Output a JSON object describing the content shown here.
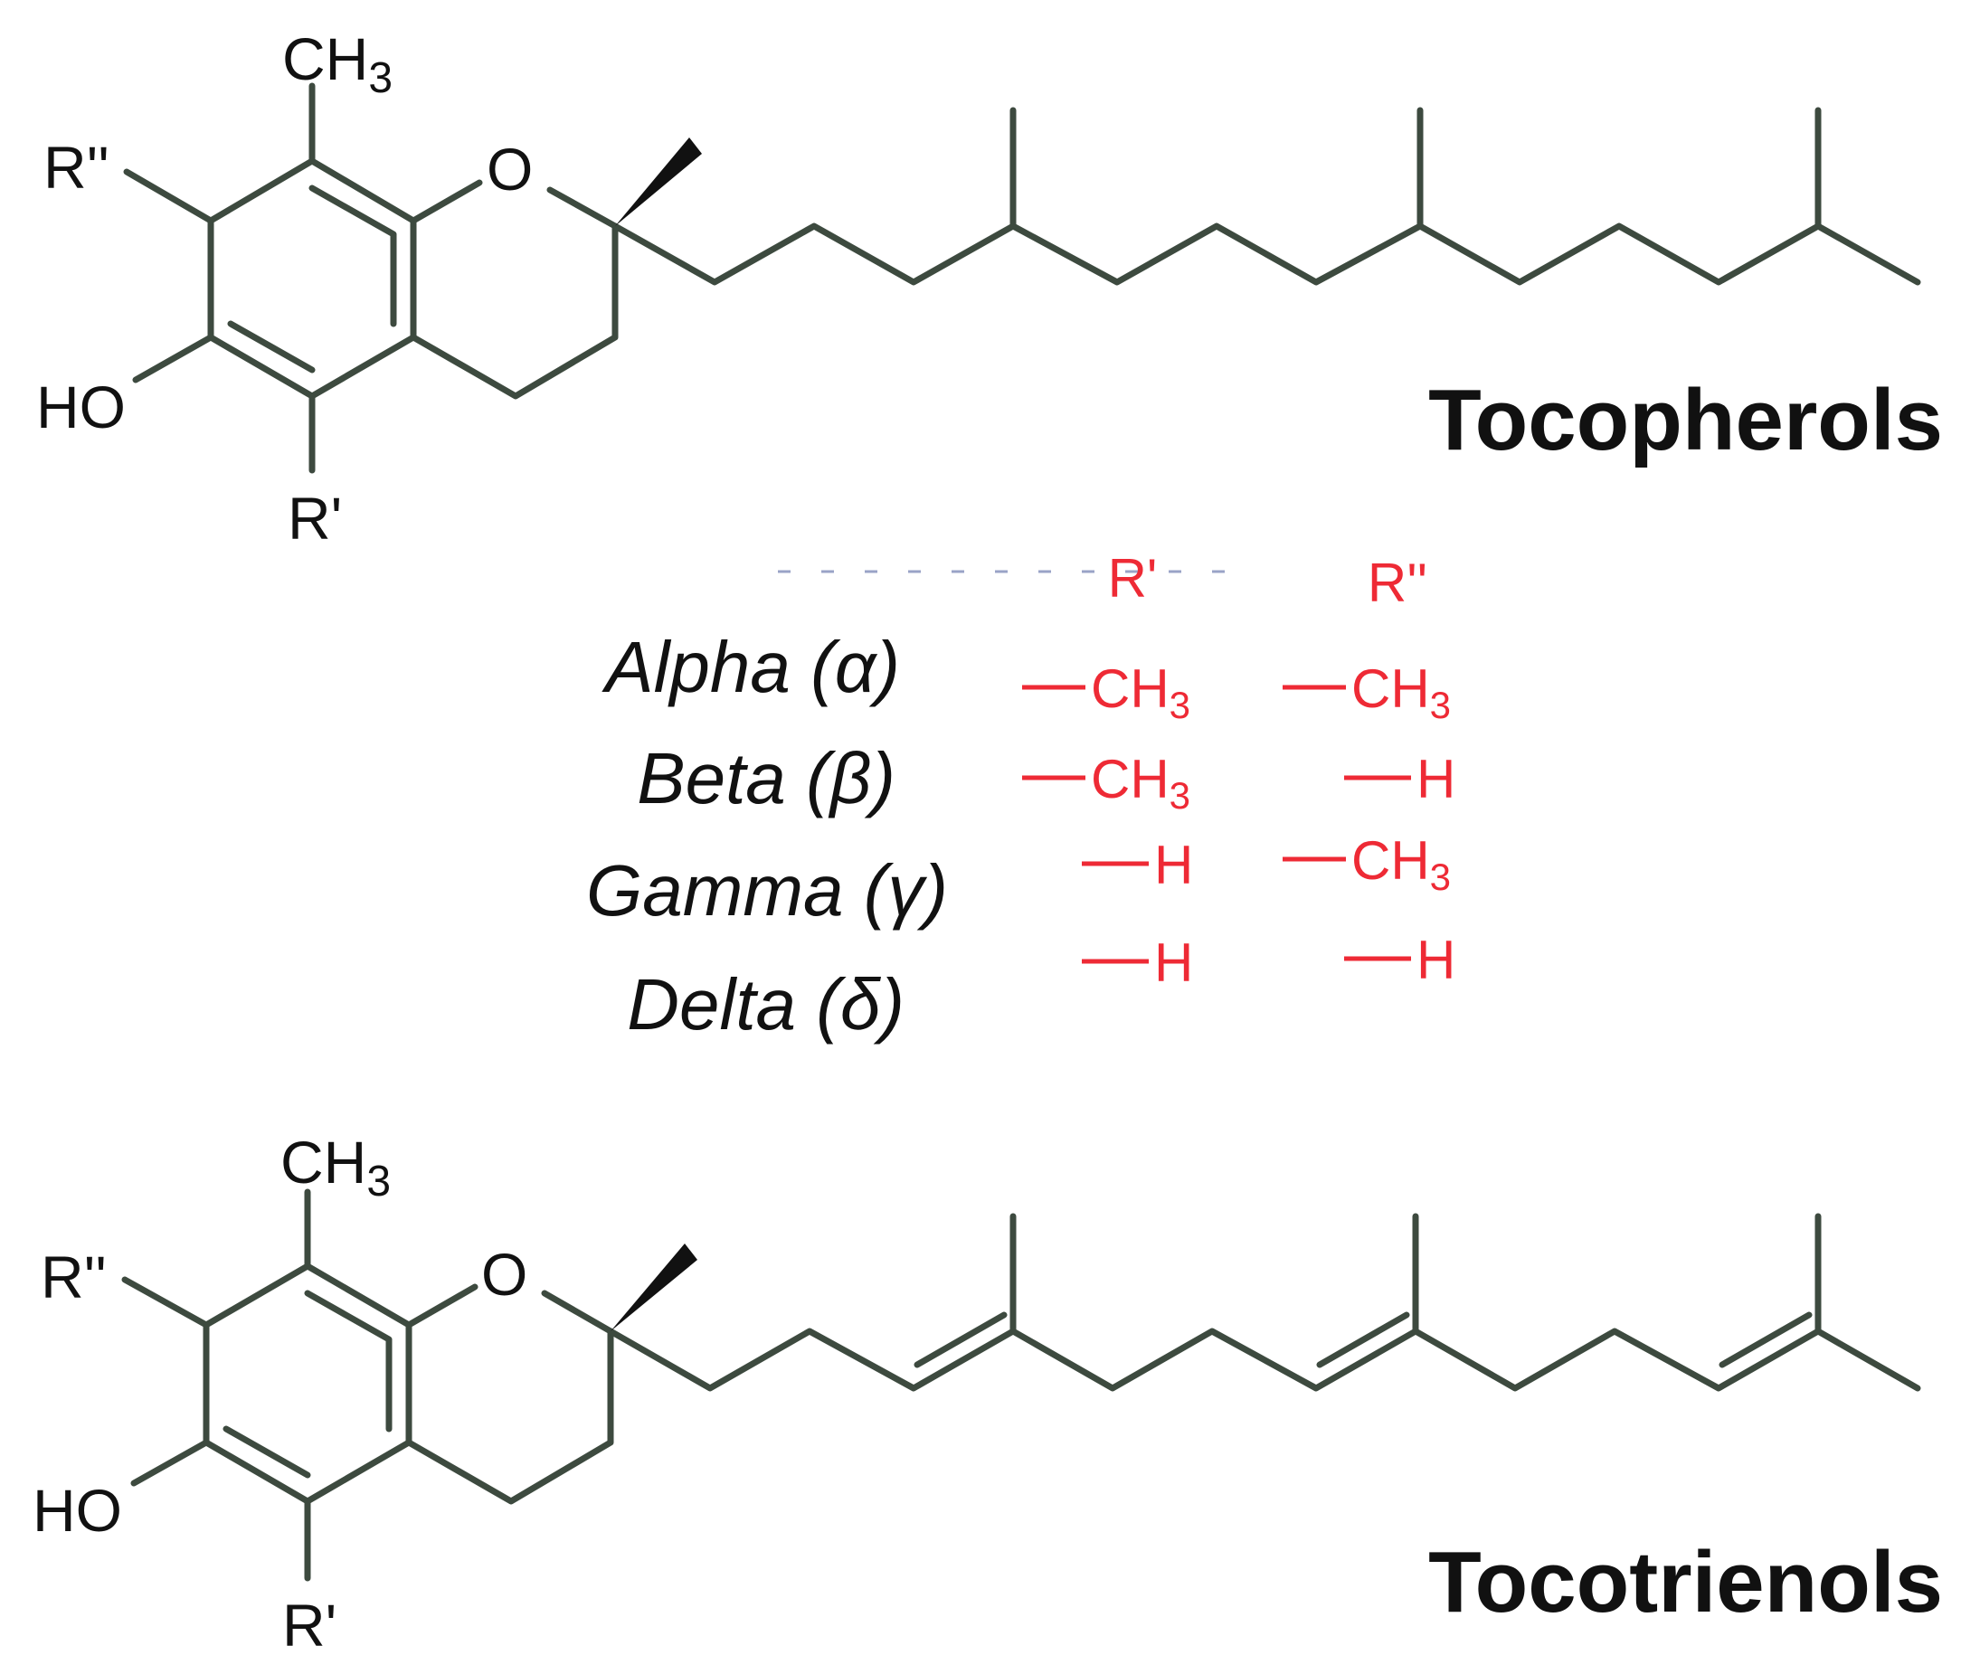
{
  "tocopherol": {
    "name": "Tocopherols",
    "labels": {
      "ch3": "CH",
      "ch3_sub": "3",
      "r_double_prime": "R''",
      "oxygen": "O",
      "hydroxyl": "HO",
      "r_prime": "R'"
    }
  },
  "tocotrienol": {
    "name": "Tocotrienols",
    "labels": {
      "ch3": "CH",
      "ch3_sub": "3",
      "r_double_prime": "R''",
      "oxygen": "O",
      "hydroxyl": "HO",
      "r_prime": "R'"
    }
  },
  "substituent_table": {
    "headers": [
      "R'",
      "R''"
    ],
    "rows": [
      {
        "form": "Alpha (α)",
        "r_prime": "CH",
        "r_prime_sub": "3",
        "r_double_prime": "CH",
        "r_double_prime_sub": "3"
      },
      {
        "form": "Beta (β)",
        "r_prime": "CH",
        "r_prime_sub": "3",
        "r_double_prime": "H",
        "r_double_prime_sub": ""
      },
      {
        "form": "Gamma (γ)",
        "r_prime": "H",
        "r_prime_sub": "",
        "r_double_prime": "CH",
        "r_double_prime_sub": "3"
      },
      {
        "form": "Delta (δ)",
        "r_prime": "H",
        "r_prime_sub": "",
        "r_double_prime": "H",
        "r_double_prime_sub": ""
      }
    ]
  },
  "colors": {
    "bond": "#3d4a3f",
    "substituent_text": "#ee2a35",
    "label_text": "#111111"
  }
}
